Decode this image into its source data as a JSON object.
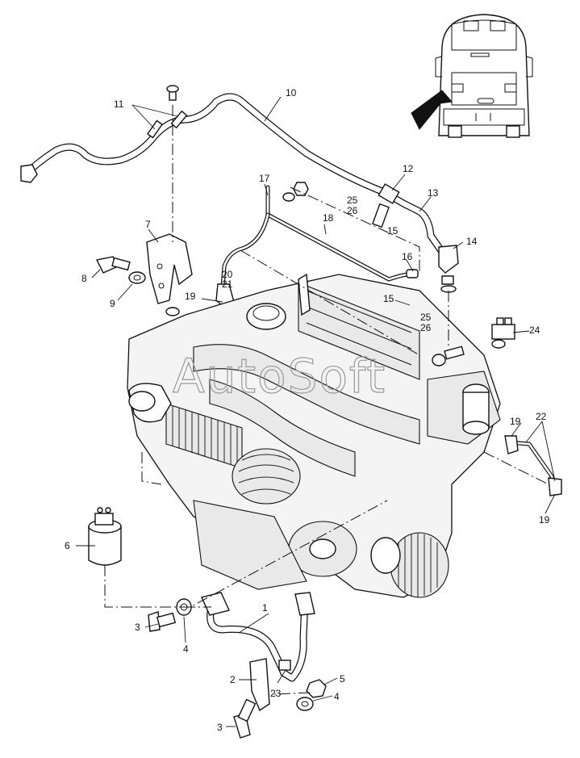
{
  "diagram": {
    "watermark": "AutoSoft",
    "callouts": [
      {
        "id": "c1",
        "text": "1"
      },
      {
        "id": "c2",
        "text": "2"
      },
      {
        "id": "c3a",
        "text": "3"
      },
      {
        "id": "c3b",
        "text": "3"
      },
      {
        "id": "c4a",
        "text": "4"
      },
      {
        "id": "c4b",
        "text": "4"
      },
      {
        "id": "c5",
        "text": "5"
      },
      {
        "id": "c6",
        "text": "6"
      },
      {
        "id": "c7",
        "text": "7"
      },
      {
        "id": "c8",
        "text": "8"
      },
      {
        "id": "c9",
        "text": "9"
      },
      {
        "id": "c10",
        "text": "10"
      },
      {
        "id": "c11",
        "text": "11"
      },
      {
        "id": "c12",
        "text": "12"
      },
      {
        "id": "c13",
        "text": "13"
      },
      {
        "id": "c14",
        "text": "14"
      },
      {
        "id": "c15a",
        "text": "15"
      },
      {
        "id": "c15b",
        "text": "15"
      },
      {
        "id": "c16",
        "text": "16"
      },
      {
        "id": "c17",
        "text": "17"
      },
      {
        "id": "c18",
        "text": "18"
      },
      {
        "id": "c19a",
        "text": "19"
      },
      {
        "id": "c19b",
        "text": "19"
      },
      {
        "id": "c19c",
        "text": "19"
      },
      {
        "id": "c20",
        "text": "20"
      },
      {
        "id": "c21",
        "text": "21"
      },
      {
        "id": "c22",
        "text": "22"
      },
      {
        "id": "c23",
        "text": "23"
      },
      {
        "id": "c24",
        "text": "24"
      },
      {
        "id": "c25a",
        "text": "25"
      },
      {
        "id": "c25b",
        "text": "25"
      },
      {
        "id": "c26a",
        "text": "26"
      },
      {
        "id": "c26b",
        "text": "26"
      }
    ]
  }
}
